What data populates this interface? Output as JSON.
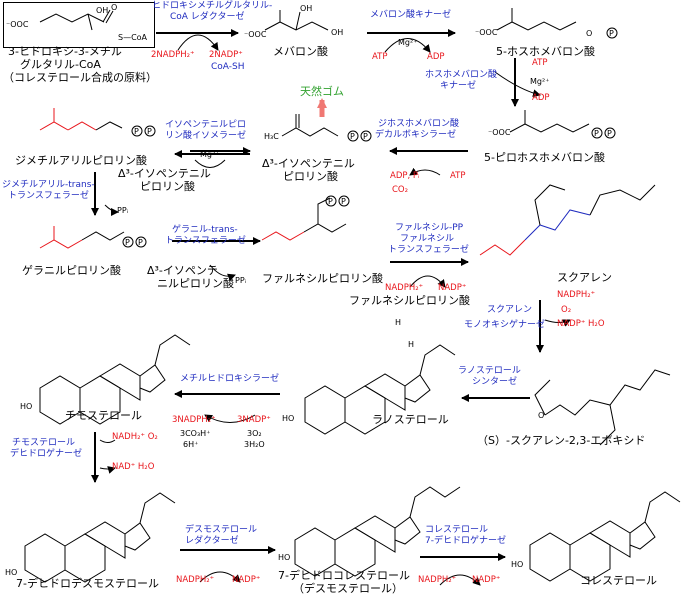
{
  "compounds": {
    "hmg_coa": [
      "3-ヒドロキシ-3-メチル",
      "グルタリル-CoA",
      "（コレステロール合成の原料）"
    ],
    "mevalonate": "メバロン酸",
    "phosphomevalonate": "5-ホスホメバロン酸",
    "pyrophosphomevalonate": "5-ピロホスホメバロン酸",
    "ipp": [
      "Δ³-イソペンテニル",
      "ピロリン酸"
    ],
    "dmapp": "ジメチルアリルピロリン酸",
    "ipp2": [
      "Δ³-イソペンテニル",
      "ピロリン酸"
    ],
    "gpp": "ゲラニルピロリン酸",
    "ipp3": [
      "Δ³-イソペンテ",
      "ニルピロリン酸"
    ],
    "fpp": "ファルネシルピロリン酸",
    "fpp2": "ファルネシルピロリン酸",
    "squalene": "スクアレン",
    "epoxide": "（S）-スクアレン-2,3-エポキシド",
    "lanosterol": "ラノステロール",
    "zymosterol": "チモステロール",
    "dehydrodesmosterol": "7-デヒドロデスモステロール",
    "dehydrocholesterol": [
      "7-デヒドロコレステロール",
      "（デスモステロール）"
    ],
    "cholesterol": "コレステロール",
    "natural_rubber": "天然ゴム"
  },
  "enzymes": {
    "hmgcr": [
      "ヒドロキシメチルグルタリル-",
      "CoA レダクターゼ"
    ],
    "mvk": "メバロン酸キナーゼ",
    "pmvk": [
      "ホスホメバロン酸",
      "キナーゼ"
    ],
    "mvd": [
      "ジホスホメバロン酸",
      "デカルボキシラーゼ"
    ],
    "idi": [
      "イソペンテニルピロ",
      "リン酸イソメラーゼ"
    ],
    "dmat": [
      "ジメチルアリル-trans-",
      "トランスフェラーゼ"
    ],
    "gtt": [
      "ゲラニル-trans-",
      "トランスフェラーゼ"
    ],
    "fdft": [
      "ファルネシル-PP",
      "ファルネシル",
      "トランスフェラーゼ"
    ],
    "sqle": [
      "スクアレン",
      "モノオキシゲナーゼ"
    ],
    "lss": [
      "ラノステロール",
      "シンターゼ"
    ],
    "mhyd": "メチルヒドロキシラーゼ",
    "zdh": [
      "チモステロール",
      "デヒドロゲナーゼ"
    ],
    "dhr": [
      "デスモステロール",
      "レダクターゼ"
    ],
    "dhcr7": [
      "コレステロール",
      "7-デヒドロゲナーゼ"
    ]
  },
  "cofactors": {
    "nadph2": "2NADPH₂⁺",
    "nadp2": "2NADP⁺",
    "coash": "CoA-SH",
    "atp": "ATP",
    "adp": "ADP",
    "mg": "Mg²⁺",
    "adp_pi": "ADP, Pᵢ",
    "co2": "CO₂",
    "ppi": "PPᵢ",
    "nadph": "NADPH₂⁺",
    "nadp": "NADP⁺",
    "o2": "O₂",
    "nadp_h2o": "NADP⁺ H₂O",
    "nadph_3": "3NADPH₂⁺",
    "nadp_3": "3NADP⁺",
    "co3h": "3CO₃H⁺",
    "h6": "6H⁺",
    "o2_3": "3O₂",
    "h2o_3": "3H₂O",
    "nadph2_b": "NADH₂⁺ O₂",
    "nad_h2o": "NAD⁺ H₂O"
  },
  "structure_labels": {
    "cooh": "⁻OOC",
    "oh": "OH",
    "scoa": "S—CoA",
    "o": "O",
    "p": "P",
    "h3c": "H₃C",
    "h": "H",
    "ho": "HO"
  },
  "colors": {
    "enzyme": "#1f2bbf",
    "cofactor": "#e8151b",
    "rubber": "#31a12f",
    "ink": "#000000"
  }
}
